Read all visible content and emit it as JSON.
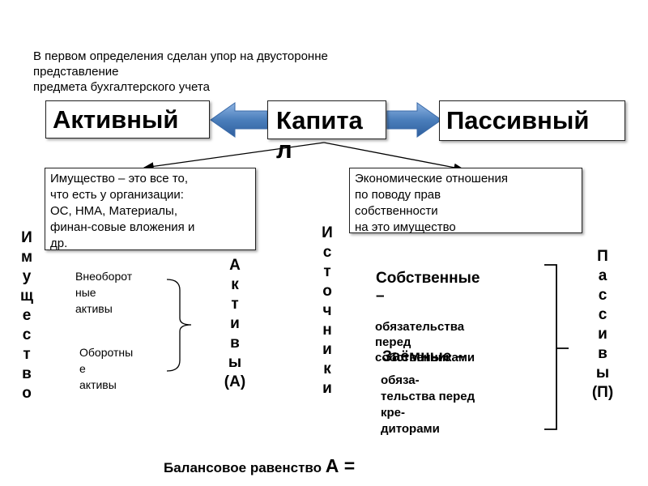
{
  "intro_text": "В первом определения сделан упор на двусторонне\nпредставление\nпредмета бухгалтерского учета",
  "boxes": {
    "active": "Активный",
    "capital": "Капита\nл",
    "passive": "Пассивный"
  },
  "descriptions": {
    "property": "Имущество – это все то,\nчто есть у организации:\nОС, НМА, Материалы,\nфинан-совые вложения и\nдр.",
    "economic": "Экономические отношения\nпо поводу прав\nсобственности\nна это имущество"
  },
  "vertical_words": {
    "imushchestvo": "И\nм\nу\nщ\nе\nс\nт\nв\nо",
    "aktivy": "А\nк\nт\nи\nв\nы\n(А)",
    "istochniki": "И\nс\nт\nо\nч\nн\nи\nк\nи",
    "passivy": "П\nа\nс\nс\nи\nв\nы\n(П)"
  },
  "assets": {
    "non_current": "Внеоборот\nные\nактивы",
    "current": "Оборотны\nе\n активы"
  },
  "sources": {
    "own_title": "Собственные\n–",
    "own_desc": "обязательства\nперед\nсобственниками",
    "borrowed_title": "Заёмные –",
    "borrowed_desc": "обяза-\nтельства перед\nкре-\nдиторами"
  },
  "balance_label": "Балансовое равенство",
  "balance_formula": "А ="
}
